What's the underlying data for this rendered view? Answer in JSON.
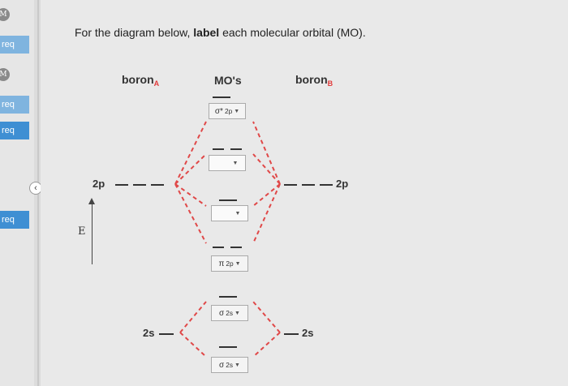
{
  "sidebar": {
    "badges": [
      "M",
      "M"
    ],
    "items": [
      "req",
      "req",
      "req",
      "req"
    ]
  },
  "question": {
    "prefix": "For the diagram below, ",
    "bold": "label",
    "suffix": " each molecular orbital (MO)."
  },
  "columns": {
    "left": {
      "name": "boron",
      "sub": "A"
    },
    "middle": "MO's",
    "right": {
      "name": "boron",
      "sub": "B"
    }
  },
  "atomic_orbitals": {
    "left_2p": "2p",
    "right_2p": "2p",
    "left_2s": "2s",
    "right_2s": "2s"
  },
  "axis": {
    "energy_label": "E"
  },
  "mo_boxes": [
    {
      "base": "σ*",
      "sub": "2p"
    },
    {
      "base": "",
      "sub": ""
    },
    {
      "base": "",
      "sub": ""
    },
    {
      "base": "π",
      "sub": "2p"
    },
    {
      "base": "σ",
      "sub": "2s"
    },
    {
      "base": "σ",
      "sub": "2s"
    }
  ],
  "colors": {
    "dash": "#e04848",
    "level": "#333333",
    "sub_accent": "#e23b3b"
  }
}
